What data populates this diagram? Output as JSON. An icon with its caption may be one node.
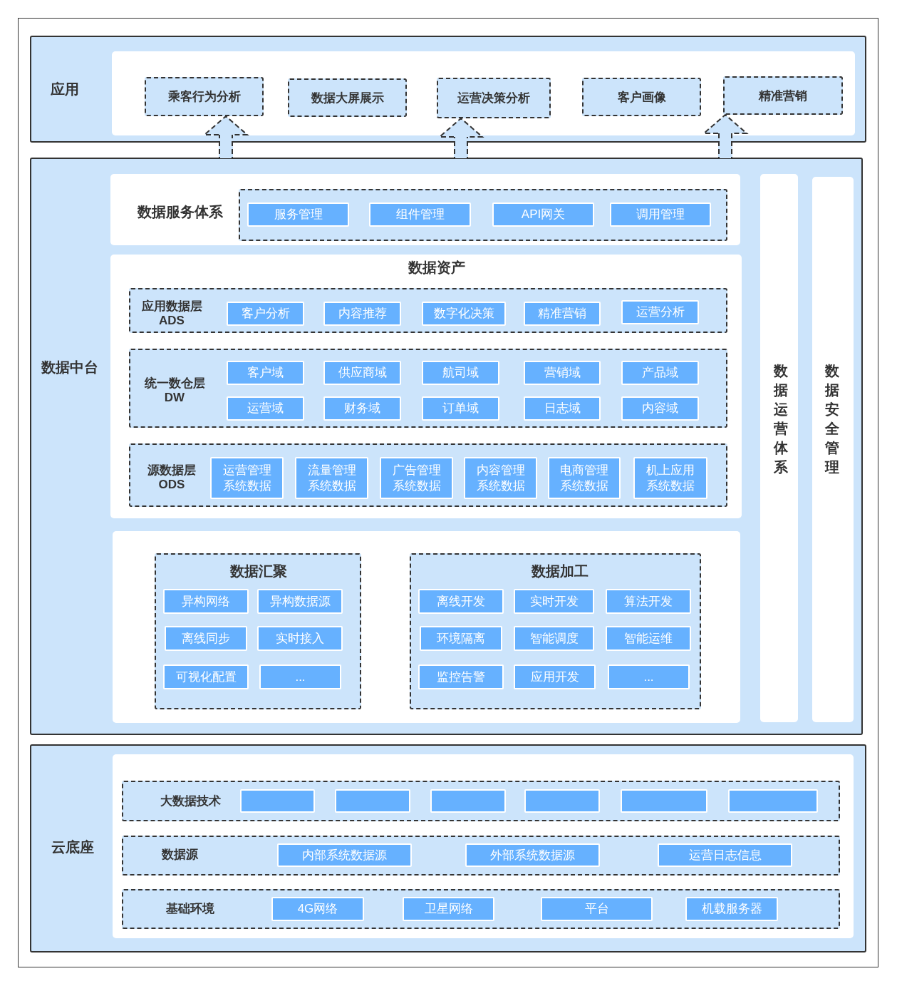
{
  "diagram": {
    "nodes": [
      {
        "text": [
          "应用"
        ]
      },
      {
        "text": [],
        "shape": "box",
        "in": 0
      },
      {
        "text": [
          "乘客行为分析"
        ],
        "in": 1
      },
      {
        "text": [
          "数据大屏展示"
        ],
        "in": 1
      },
      {
        "text": [
          "运营决策分析"
        ],
        "in": 1
      },
      {
        "text": [
          "客户画像"
        ],
        "in": 1
      },
      {
        "text": [
          "精准营销"
        ],
        "in": 1
      },
      {
        "text": [
          "数据中台"
        ]
      },
      {
        "text": [
          "数据服务体系"
        ],
        "in": 7
      },
      {
        "text": [],
        "shape": "box",
        "in": 8
      },
      {
        "text": [
          "服务管理"
        ],
        "in": 9
      },
      {
        "text": [
          "组件管理"
        ],
        "in": 9
      },
      {
        "text": [
          "API网关"
        ],
        "in": 9
      },
      {
        "text": [
          "调用管理"
        ],
        "in": 9
      },
      {
        "text": [
          "数据资产"
        ],
        "in": 7
      },
      {
        "text": [
          "应用数据层 ADS"
        ],
        "in": 14
      },
      {
        "text": [
          "客户分析"
        ],
        "in": 15
      },
      {
        "text": [
          "内容推荐"
        ],
        "in": 15
      },
      {
        "text": [
          "数字化决策"
        ],
        "in": 15
      },
      {
        "text": [
          "精准营销"
        ],
        "in": 15
      },
      {
        "text": [
          "运营分析"
        ],
        "in": 15
      },
      {
        "text": [
          "统一数仓层 DW"
        ],
        "in": 14
      },
      {
        "text": [
          "客户域"
        ],
        "in": 21
      },
      {
        "text": [
          "供应商域"
        ],
        "in": 21
      },
      {
        "text": [
          "航司域"
        ],
        "in": 21
      },
      {
        "text": [
          "营销域"
        ],
        "in": 21
      },
      {
        "text": [
          "产品域"
        ],
        "in": 21
      },
      {
        "text": [
          "运营域"
        ],
        "in": 21
      },
      {
        "text": [
          "财务域"
        ],
        "in": 21
      },
      {
        "text": [
          "订单域"
        ],
        "in": 21
      },
      {
        "text": [
          "日志域"
        ],
        "in": 21
      },
      {
        "text": [
          "内容域"
        ],
        "in": 21
      },
      {
        "text": [
          "源数据层 ODS"
        ],
        "in": 14
      },
      {
        "text": [
          "运营管理系统数据"
        ],
        "in": 32
      },
      {
        "text": [
          "流量管理系统数据"
        ],
        "in": 32
      },
      {
        "text": [
          "广告管理系统数据"
        ],
        "in": 32
      },
      {
        "text": [
          "内容管理系统数据"
        ],
        "in": 32
      },
      {
        "text": [
          "电商管理系统数据"
        ],
        "in": 32
      },
      {
        "text": [
          "机上应用系统数据"
        ],
        "in": 32
      },
      {
        "text": [],
        "shape": "box",
        "in": 7
      },
      {
        "text": [
          "数据汇聚"
        ],
        "in": 39
      },
      {
        "text": [
          "异构网络"
        ],
        "in": 40
      },
      {
        "text": [
          "异构数据源"
        ],
        "in": 40
      },
      {
        "text": [
          "离线同步"
        ],
        "in": 40
      },
      {
        "text": [
          "实时接入"
        ],
        "in": 40
      },
      {
        "text": [
          "可视化配置"
        ],
        "in": 40
      },
      {
        "text": [
          "..."
        ],
        "in": 40
      },
      {
        "text": [
          "数据加工"
        ],
        "in": 39
      },
      {
        "text": [
          "离线开发"
        ],
        "in": 47
      },
      {
        "text": [
          "实时开发"
        ],
        "in": 47
      },
      {
        "text": [
          "算法开发"
        ],
        "in": 47
      },
      {
        "text": [
          "环境隔离"
        ],
        "in": 47
      },
      {
        "text": [
          "智能调度"
        ],
        "in": 47
      },
      {
        "text": [
          "智能运维"
        ],
        "in": 47
      },
      {
        "text": [
          "监控告警"
        ],
        "in": 47
      },
      {
        "text": [
          "应用开发"
        ],
        "in": 47
      },
      {
        "text": [
          "..."
        ],
        "in": 47
      },
      {
        "text": [
          "数据运营体系"
        ],
        "in": 7
      },
      {
        "text": [
          "数据安全管理"
        ],
        "in": 7
      },
      {
        "text": [
          "云底座"
        ]
      },
      {
        "text": [],
        "shape": "box",
        "in": 59
      },
      {
        "text": [
          "大数据技术"
        ],
        "in": 60
      },
      {
        "text": [],
        "shape": "box",
        "in": 61
      },
      {
        "text": [],
        "shape": "box",
        "in": 61
      },
      {
        "text": [],
        "shape": "box",
        "in": 61
      },
      {
        "text": [],
        "shape": "box",
        "in": 61
      },
      {
        "text": [],
        "shape": "box",
        "in": 61
      },
      {
        "text": [],
        "shape": "box",
        "in": 61
      },
      {
        "text": [
          "数据源"
        ],
        "in": 60
      },
      {
        "text": [
          "内部系统数据源"
        ],
        "in": 68
      },
      {
        "text": [
          "外部系统数据源"
        ],
        "in": 68
      },
      {
        "text": [
          "运营日志信息"
        ],
        "in": 68
      },
      {
        "text": [
          "基础环境"
        ],
        "in": 60
      },
      {
        "text": [
          "4G网络"
        ],
        "in": 72
      },
      {
        "text": [
          "卫星网络"
        ],
        "in": 72
      },
      {
        "text": [
          "平台"
        ],
        "in": 72
      },
      {
        "text": [
          "机载服务器"
        ],
        "in": 72
      }
    ],
    "edges": [
      {
        "from": 7,
        "to": 2,
        "arrow": "to",
        "style": "dashed"
      },
      {
        "from": 7,
        "to": 4,
        "arrow": "to",
        "style": "dashed"
      },
      {
        "from": 7,
        "to": 6,
        "arrow": "to",
        "style": "dashed"
      }
    ]
  }
}
